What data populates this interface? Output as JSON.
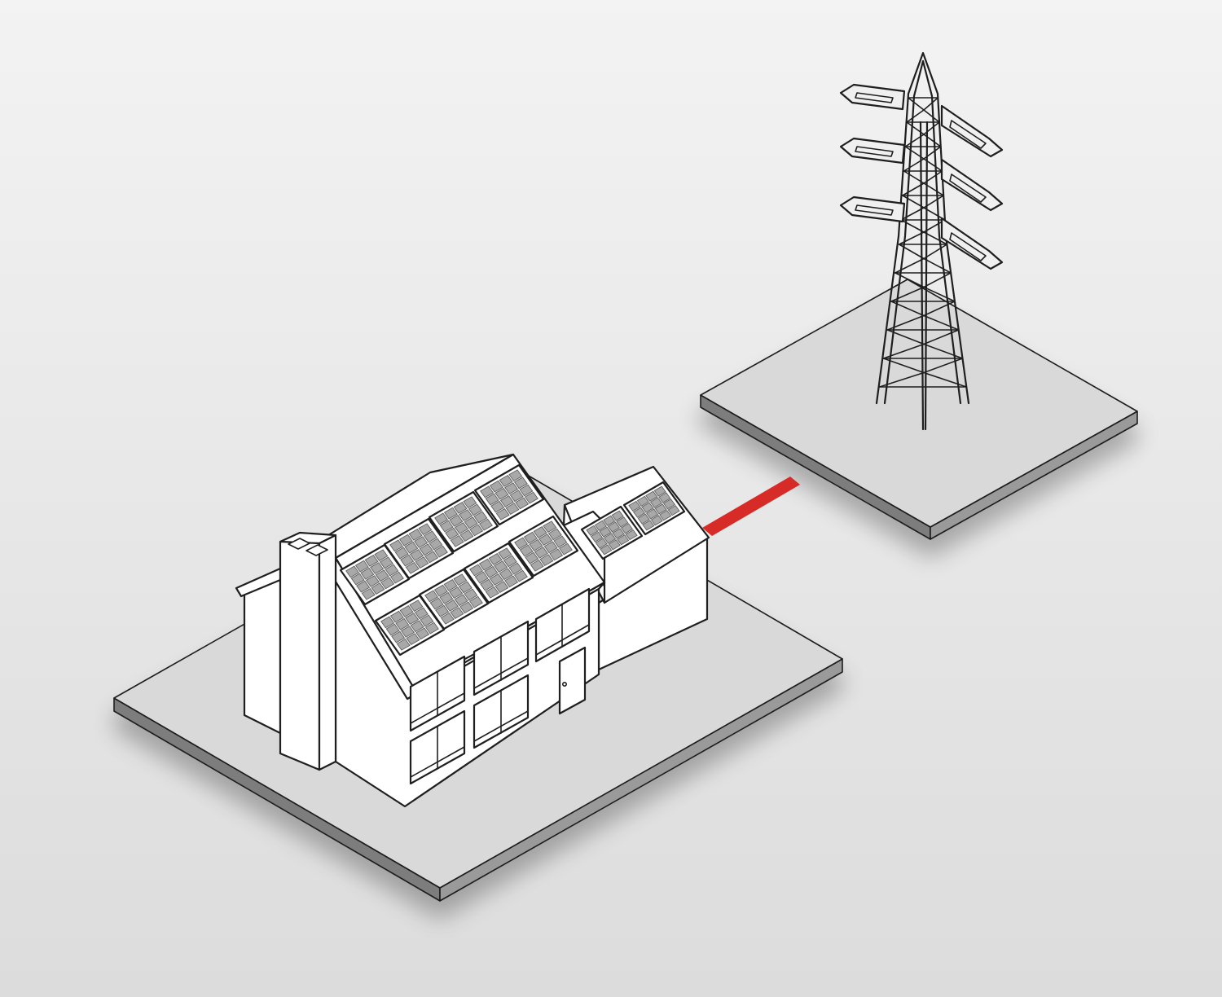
{
  "diagram": {
    "elements": [
      {
        "name": "house-with-solar-panels",
        "solar_panels_main_roof": 8,
        "solar_panels_side_roof": 2
      },
      {
        "name": "electricity-pylon"
      },
      {
        "name": "grid-connection-line"
      }
    ]
  },
  "colors": {
    "background_top": "#f3f3f3",
    "background_bottom": "#dcdcdc",
    "platform_top": "#d9d9d9",
    "platform_edge": "#8a8a8a",
    "line": "#1f1f1f",
    "building_fill": "#ffffff",
    "solar_cell": "#a8a8a8",
    "connection": "#d72b27"
  }
}
